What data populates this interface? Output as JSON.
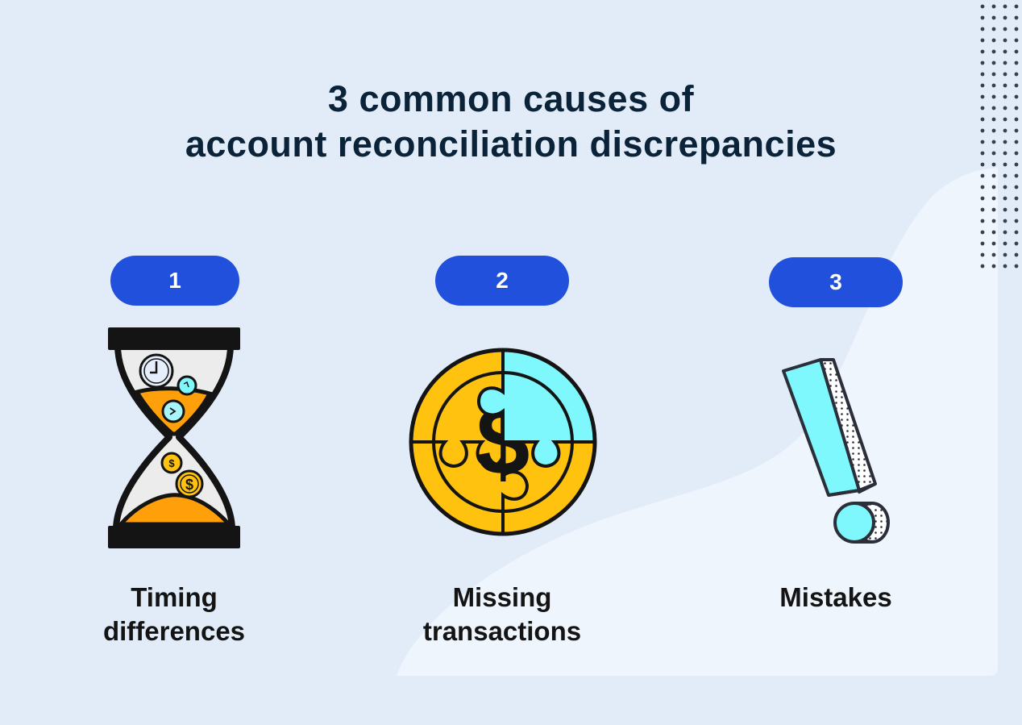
{
  "title": {
    "line1": "3 common causes of",
    "line2": "account reconciliation discrepancies"
  },
  "colors": {
    "background": "#e2ecf8",
    "wave": "#eff5fd",
    "title_text": "#0b2338",
    "pill": "#2150dc",
    "pill_text": "#ffffff",
    "orange": "#ff9f0a",
    "yellow": "#ffc20e",
    "cyan": "#7ef8fc",
    "outline": "#141414"
  },
  "causes": [
    {
      "number": "1",
      "icon": "hourglass-icon",
      "label_line1": "Timing",
      "label_line2": "differences"
    },
    {
      "number": "2",
      "icon": "puzzle-coin-icon",
      "label_line1": "Missing",
      "label_line2": "transactions"
    },
    {
      "number": "3",
      "icon": "exclamation-icon",
      "label_line1": "Mistakes",
      "label_line2": ""
    }
  ]
}
